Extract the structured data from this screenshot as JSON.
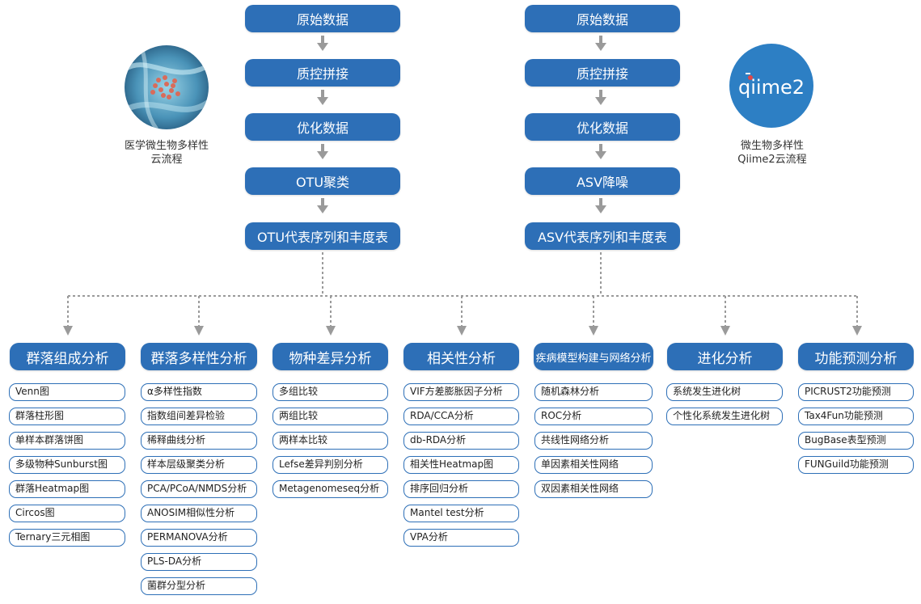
{
  "left_pipeline": {
    "steps": [
      "原始数据",
      "质控拼接",
      "优化数据",
      "OTU聚类",
      "OTU代表序列和丰度表"
    ],
    "caption_line1": "医学微生物多样性",
    "caption_line2": "云流程"
  },
  "right_pipeline": {
    "steps": [
      "原始数据",
      "质控拼接",
      "优化数据",
      "ASV降噪",
      "ASV代表序列和丰度表"
    ],
    "caption_line1": "微生物多样性",
    "caption_line2": "Qiime2云流程",
    "logo_text": "qiime2"
  },
  "categories": [
    {
      "title": "群落组成分析",
      "items": [
        "Venn图",
        "群落柱形图",
        "单样本群落饼图",
        "多级物种Sunburst图",
        "群落Heatmap图",
        "Circos图",
        "Ternary三元相图"
      ]
    },
    {
      "title": "群落多样性分析",
      "items": [
        "α多样性指数",
        "指数组间差异检验",
        "稀释曲线分析",
        "样本层级聚类分析",
        "PCA/PCoA/NMDS分析",
        "ANOSIM相似性分析",
        "PERMANOVA分析",
        "PLS-DA分析",
        "菌群分型分析"
      ]
    },
    {
      "title": "物种差异分析",
      "items": [
        "多组比较",
        "两组比较",
        "两样本比较",
        "Lefse差异判别分析",
        "Metagenomeseq分析"
      ]
    },
    {
      "title": "相关性分析",
      "items": [
        "VIF方差膨胀因子分析",
        "RDA/CCA分析",
        "db-RDA分析",
        "相关性Heatmap图",
        "排序回归分析",
        "Mantel test分析",
        "VPA分析"
      ]
    },
    {
      "title": "疾病模型构建与网络分析",
      "items": [
        "随机森林分析",
        "ROC分析",
        "共线性网络分析",
        "单因素相关性网络",
        "双因素相关性网络"
      ]
    },
    {
      "title": "进化分析",
      "items": [
        "系统发生进化树",
        "个性化系统发生进化树"
      ]
    },
    {
      "title": "功能预测分析",
      "items": [
        "PICRUST2功能预测",
        "Tax4Fun功能预测",
        "BugBase表型预测",
        "FUNGuild功能预测"
      ]
    }
  ],
  "colors": {
    "box": "#2d6fb7",
    "arrow": "#9a9a9a",
    "text": "#222222"
  }
}
